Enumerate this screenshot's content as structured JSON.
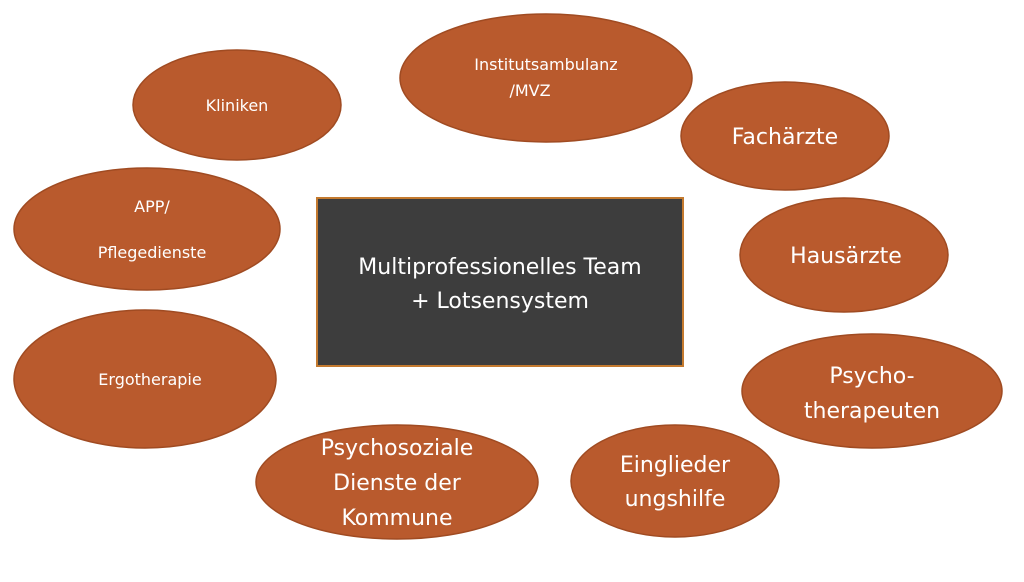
{
  "center": {
    "line1": "Multiprofessionelles Team",
    "line2": "+ Lotsensystem"
  },
  "nodes": {
    "kliniken": [
      "Kliniken"
    ],
    "institutsambulanz": [
      "Institutsambulanz",
      "/MVZ"
    ],
    "fachaerzte": [
      "Fachärzte"
    ],
    "app": [
      "APP/",
      "Pflegedienste"
    ],
    "hausaerzte": [
      "Hausärzte"
    ],
    "ergotherapie": [
      "Ergotherapie"
    ],
    "psychotherapeuten": [
      "Psycho-",
      "therapeuten"
    ],
    "psychosoziale": [
      "Psychosoziale",
      "Dienste der",
      "Kommune"
    ],
    "eingliederungshilfe": [
      "Einglieder",
      "ungshilfe"
    ]
  },
  "colors": {
    "ellipse": "#b95a2d",
    "box": "#3d3d3d",
    "box_border": "#c47a2f"
  }
}
